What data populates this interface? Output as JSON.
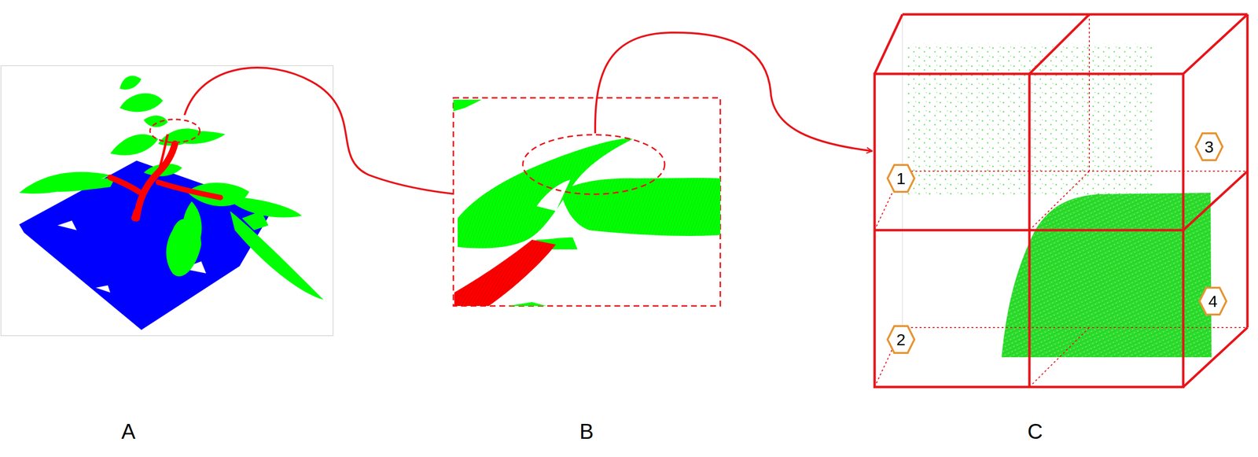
{
  "diagram": {
    "nodes": [
      {
        "text": [
          "1"
        ]
      },
      {
        "text": [
          "2"
        ]
      },
      {
        "text": [
          "3"
        ]
      },
      {
        "text": [
          "4"
        ]
      }
    ],
    "labels": [
      "A",
      "B",
      "C"
    ]
  }
}
